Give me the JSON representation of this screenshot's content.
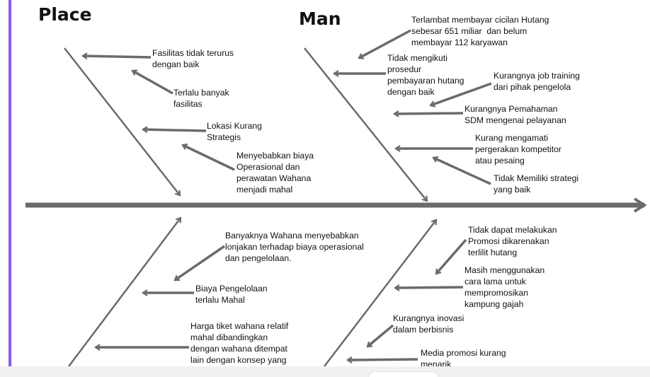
{
  "categories": {
    "place": "Place",
    "man": "Man"
  },
  "causes": {
    "place_top": [
      "Fasilitas tidak terurus\ndengan baik",
      "Terlalu banyak\nfasilitas",
      "Lokasi Kurang\nStrategis",
      "Menyebabkan biaya\nOperasional dan\nperawatan Wahana\nmenjadi mahal"
    ],
    "man_top": [
      "Terlambat membayar cicilan Hutang\nsebesar 651 miliar  dan belum\nmembayar 112 karyawan",
      "Tidak mengikuti\nprosedur\npembayaran hutang\ndengan baik",
      "Kurangnya job training\ndari pihak pengelola",
      "Kurangnya Pemahaman\nSDM mengenai pelayanan",
      "Kurang mengamati\npergerakan kompetitor\natau pesaing",
      "Tidak Memiliki strategi\nyang baik"
    ],
    "bottom_left": [
      "Banyaknya Wahana menyebabkan\nlonjakan terhadap biaya operasional\ndan pengelolaan.",
      "Biaya Pengelolaan\nterlalu Mahal",
      "Harga tiket wahana relatif\nmahal dibandingkan\ndengan wahana ditempat\nlain dengan konsep yang"
    ],
    "bottom_right": [
      "Tidak dapat melakukan\nPromosi dikarenakan\nterlilit hutang",
      "Masih menggunakan\ncara lama untuk\nmempromosikan\nkampung gajah",
      "Kurangnya inovasi\ndalam berbisnis",
      "Media promosi kurang\nmenarik"
    ]
  },
  "colors": {
    "arrow": "#6b6b6b",
    "text": "#111111",
    "accent_border": "#8b5cf6"
  }
}
